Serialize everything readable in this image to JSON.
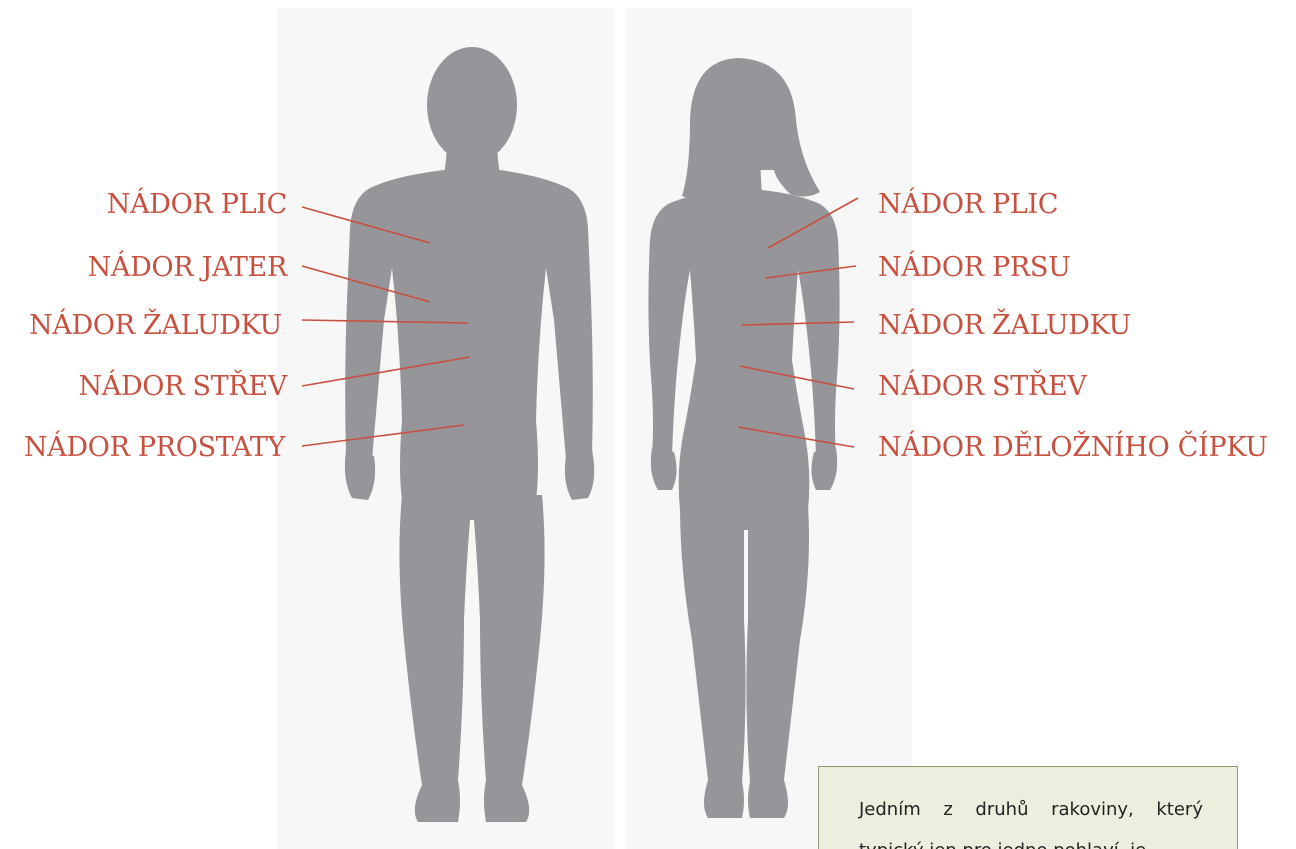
{
  "male": {
    "labels": [
      "NÁDOR PLIC",
      "NÁDOR JATER",
      "NÁDOR ŽALUDKU",
      "NÁDOR STŘEV",
      "NÁDOR PROSTATY"
    ]
  },
  "female": {
    "labels": [
      "NÁDOR PLIC",
      "NÁDOR PRSU",
      "NÁDOR ŽALUDKU",
      "NÁDOR STŘEV",
      "NÁDOR DĚLOŽNÍHO ČÍPKU"
    ]
  },
  "infobox": {
    "text": "Jedním z druhů rakoviny, který typický jen pro jedno pohlaví, je"
  },
  "colors": {
    "label": "#c8503f",
    "leader_line": "#c8503f",
    "silhouette": "#96969a",
    "panel_background": "#f7f7f7",
    "infobox_background": "#eeeedf",
    "infobox_border": "#8d9c70"
  }
}
